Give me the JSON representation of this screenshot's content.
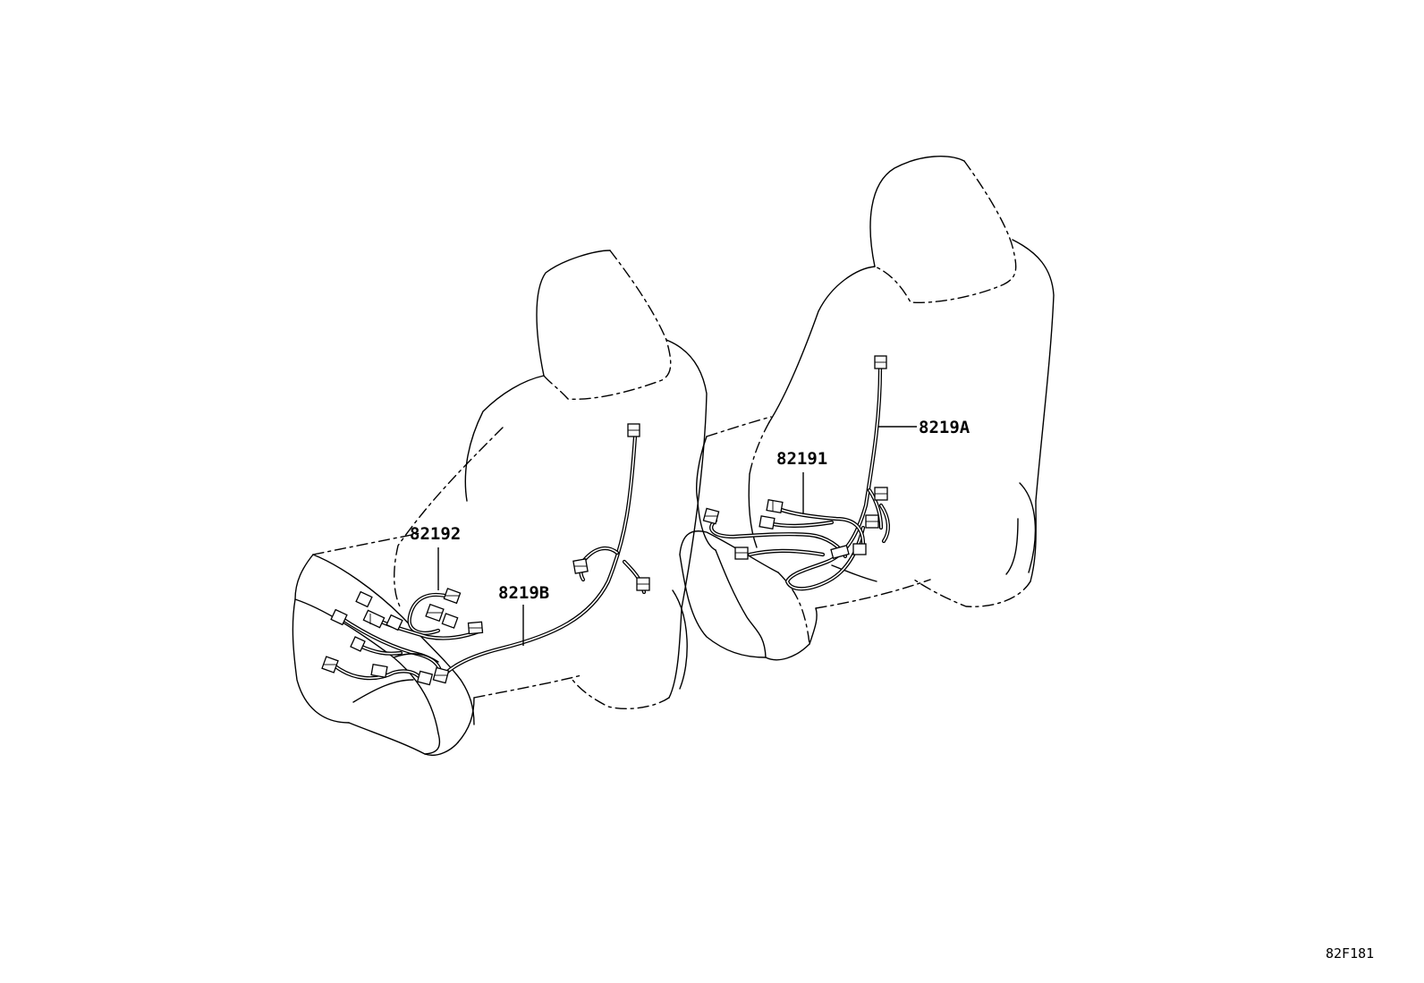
{
  "diagram": {
    "parts": [
      {
        "id": "82192",
        "label": "82192"
      },
      {
        "id": "8219B",
        "label": "8219B"
      },
      {
        "id": "82191",
        "label": "82191"
      },
      {
        "id": "8219A",
        "label": "8219A"
      }
    ],
    "illustration_code": "82F181"
  }
}
